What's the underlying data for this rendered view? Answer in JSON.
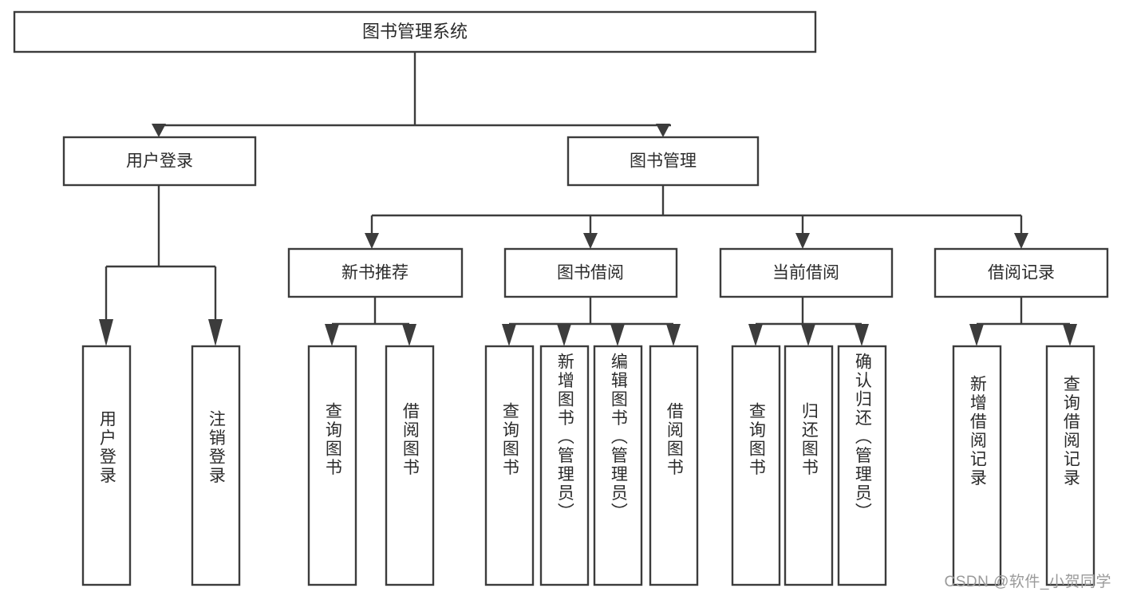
{
  "diagram": {
    "title": "图书管理系统",
    "type": "tree",
    "watermark": "CSDN @软件_小贺同学",
    "colors": {
      "stroke": "#3c3c3c",
      "box_fill": "#ffffff",
      "text": "#2b2b2b",
      "background": "#ffffff",
      "watermark": "#9a9a9a"
    },
    "levels": {
      "root": "图书管理系统",
      "level2": [
        "用户登录",
        "图书管理"
      ],
      "level3": [
        "新书推荐",
        "图书借阅",
        "当前借阅",
        "借阅记录"
      ]
    },
    "nodes": {
      "root": {
        "label": "图书管理系统",
        "orientation": "horizontal"
      },
      "n_user_login": {
        "label": "用户登录",
        "orientation": "horizontal"
      },
      "n_book_manage": {
        "label": "图书管理",
        "orientation": "horizontal"
      },
      "n_new_book_rec": {
        "label": "新书推荐",
        "orientation": "horizontal"
      },
      "n_book_borrow": {
        "label": "图书借阅",
        "orientation": "horizontal"
      },
      "n_current_borrow": {
        "label": "当前借阅",
        "orientation": "horizontal"
      },
      "n_borrow_record": {
        "label": "借阅记录",
        "orientation": "horizontal"
      },
      "leaf_user_login": {
        "label": "用户登录",
        "orientation": "vertical"
      },
      "leaf_logout": {
        "label": "注销登录",
        "orientation": "vertical"
      },
      "leaf_query_book_1": {
        "label": "查询图书",
        "orientation": "vertical"
      },
      "leaf_borrow_book_1": {
        "label": "借阅图书",
        "orientation": "vertical"
      },
      "leaf_query_book_2": {
        "label": "查询图书",
        "orientation": "vertical"
      },
      "leaf_add_book": {
        "label": "新增图书（管理员）",
        "orientation": "vertical"
      },
      "leaf_edit_book": {
        "label": "编辑图书（管理员）",
        "orientation": "vertical"
      },
      "leaf_borrow_book_2": {
        "label": "借阅图书",
        "orientation": "vertical"
      },
      "leaf_query_book_3": {
        "label": "查询图书",
        "orientation": "vertical"
      },
      "leaf_return_book": {
        "label": "归还图书",
        "orientation": "vertical"
      },
      "leaf_confirm_return": {
        "label": "确认归还（管理员）",
        "orientation": "vertical"
      },
      "leaf_add_record": {
        "label": "新增借阅记录",
        "orientation": "vertical"
      },
      "leaf_query_record": {
        "label": "查询借阅记录",
        "orientation": "vertical"
      }
    },
    "tree": {
      "label": "图书管理系统",
      "children": [
        {
          "label": "用户登录",
          "children": [
            {
              "label": "用户登录"
            },
            {
              "label": "注销登录"
            }
          ]
        },
        {
          "label": "图书管理",
          "children": [
            {
              "label": "新书推荐",
              "children": [
                {
                  "label": "查询图书"
                },
                {
                  "label": "借阅图书"
                }
              ]
            },
            {
              "label": "图书借阅",
              "children": [
                {
                  "label": "查询图书"
                },
                {
                  "label": "新增图书（管理员）"
                },
                {
                  "label": "编辑图书（管理员）"
                },
                {
                  "label": "借阅图书"
                }
              ]
            },
            {
              "label": "当前借阅",
              "children": [
                {
                  "label": "查询图书"
                },
                {
                  "label": "归还图书"
                },
                {
                  "label": "确认归还（管理员）"
                }
              ]
            },
            {
              "label": "借阅记录",
              "children": [
                {
                  "label": "新增借阅记录"
                },
                {
                  "label": "查询借阅记录"
                }
              ]
            }
          ]
        }
      ]
    }
  }
}
